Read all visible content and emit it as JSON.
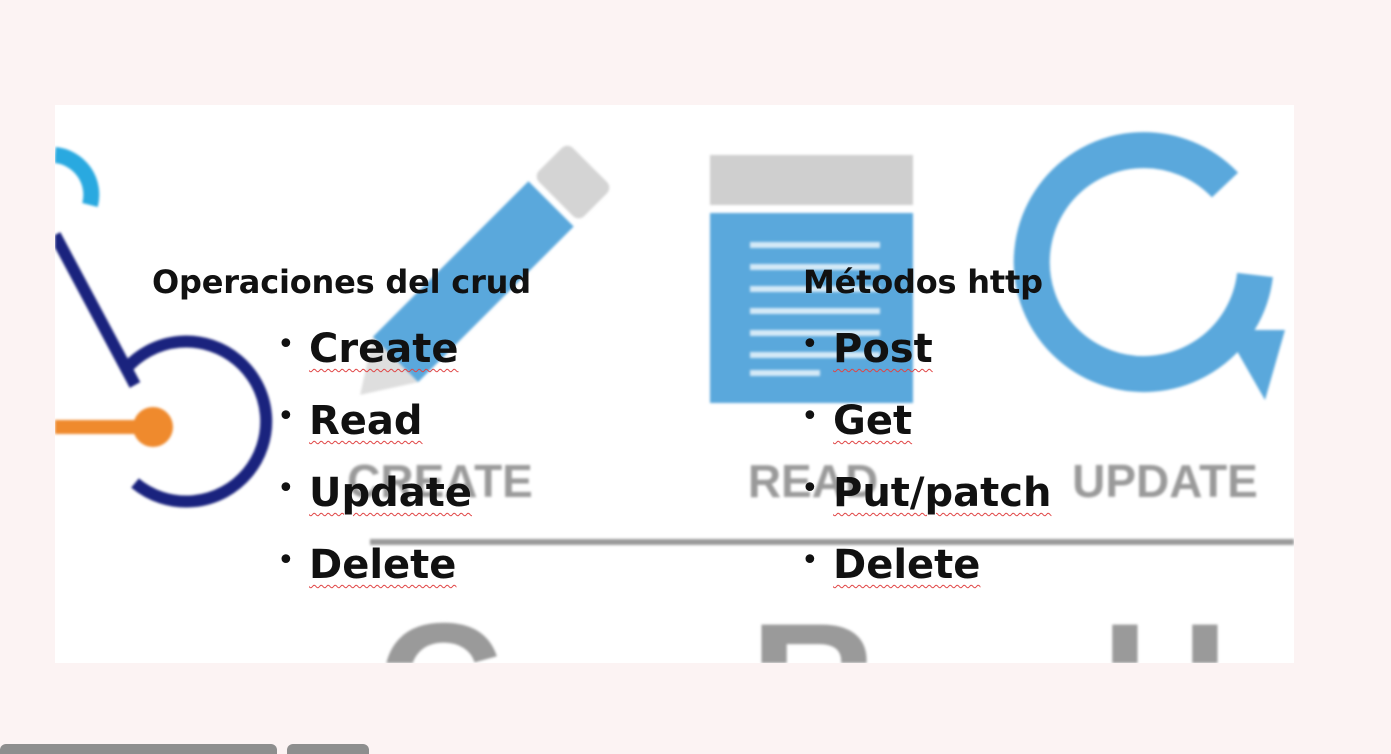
{
  "slide": {
    "background_icons": {
      "create_icon": "pencil-icon",
      "read_icon": "document-icon",
      "update_icon": "refresh-icon",
      "create_label": "CREATE",
      "read_label": "READ",
      "update_label": "UPDATE",
      "letters": [
        "C",
        "R",
        "U"
      ],
      "colors": {
        "blue": "#5aa8dc",
        "gray": "#9a9a9a",
        "navy": "#1a237e",
        "orange": "#ef8a2d"
      }
    },
    "left": {
      "heading": "Operaciones del crud",
      "items": [
        "Create",
        "Read",
        "Update",
        "Delete"
      ]
    },
    "right": {
      "heading": "Métodos http",
      "items": [
        "Post",
        "Get",
        "Put/patch",
        "Delete"
      ]
    }
  },
  "taskbar": {
    "buttons": [
      "",
      ""
    ]
  }
}
